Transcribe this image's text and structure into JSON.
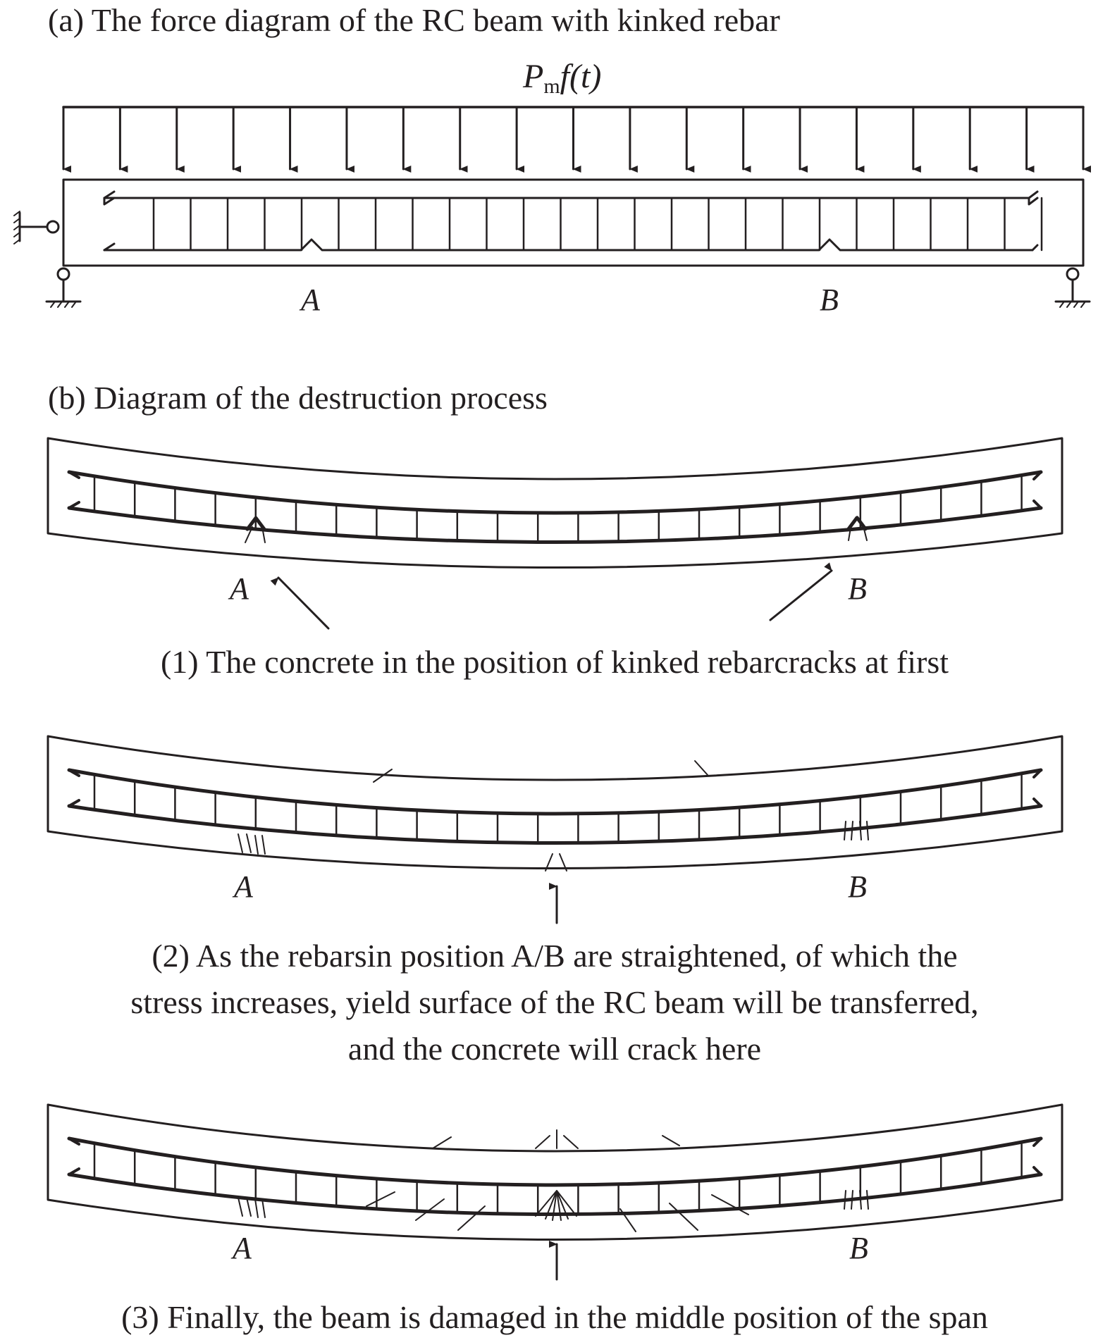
{
  "panel_a": {
    "title": "(a) The force diagram of the RC beam with kinked rebar",
    "load_symbol": "P",
    "load_subscript": "m",
    "load_function": "f(t)",
    "label_a": "A",
    "label_b": "B"
  },
  "panel_b": {
    "title": "(b) Diagram of the destruction process",
    "step1": {
      "caption": "(1) The concrete in the position of  kinked rebarcracks at first",
      "label_a": "A",
      "label_b": "B"
    },
    "step2": {
      "caption_line1": "(2) As the rebarsin position A/B are straightened, of which the",
      "caption_line2": "stress increases, yield surface of the RC beam will be transferred,",
      "caption_line3": "and the concrete will crack here",
      "label_a": "A",
      "label_b": "B"
    },
    "step3": {
      "caption": "(3) Finally, the beam is damaged in the middle position of the span",
      "label_a": "A",
      "label_b": "B"
    }
  },
  "colors": {
    "ink": "#231f20",
    "background": "#ffffff"
  }
}
